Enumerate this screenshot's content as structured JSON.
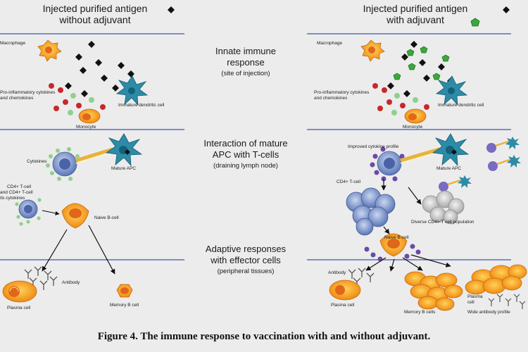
{
  "header": {
    "left_title": "Injected purified antigen without adjuvant",
    "left_line1": "Injected purified antigen",
    "left_line2": "without adjuvant",
    "right_line1": "Injected purified antigen",
    "right_line2": "with adjuvant"
  },
  "stages": {
    "innate": {
      "line1": "Innate immune",
      "line2": "response",
      "sub": "(site of injection)"
    },
    "interaction": {
      "line1": "Interaction of mature",
      "line2": "APC with T-cells",
      "sub": "(draining lymph node)"
    },
    "adaptive": {
      "line1": "Adaptive responses",
      "line2": "with effector cells",
      "sub": "(peripheral tissues)"
    }
  },
  "left_labels": {
    "macrophage": "Macrophage",
    "cytokines": "Pro-inflammatory cytokines and chemokines",
    "cytokines_l1": "Pro-inflammatory cytokines",
    "cytokines_l2": "and chemokines",
    "immature_dc": "Immature dendritic cell",
    "monocyte": "Monocyte",
    "cytokines2": "Cytokines",
    "mature_apc": "Mature APC",
    "cd4": "CD4+ T-cell",
    "cd4b_l1": "and CD4+ T-cell",
    "cd4b_l2": "its cytokines",
    "naive_b": "Naive B-cell",
    "antibody": "Antibody",
    "plasma": "Plasma cell",
    "memory": "Memory B cell"
  },
  "right_labels": {
    "macrophage": "Macrophage",
    "cytokines_l1": "Pro-inflammatory cytokines",
    "cytokines_l2": "and chemokines",
    "immature_dc": "Immature dendritic cell",
    "monocyte": "Monocyte",
    "improved": "Improved cytokine profile",
    "mature_apc": "Mature APC",
    "cd4": "CD4+ T-cell",
    "diverse": "Diverse CD4+ T cell population",
    "naive_b": "Naive B-cell",
    "antibody": "Antibody",
    "plasma": "Plasma cell",
    "memory": "Memory B cells",
    "plasma2_l1": "Plasma",
    "plasma2_l2": "cell",
    "wide": "Wide antibody profile"
  },
  "caption": "Figure 4. The immune response to vaccination with and without adjuvant.",
  "colors": {
    "divider": "#5c6fb3",
    "antigen": "#111111",
    "adjuvant": "#3aa83a",
    "cell_orange": "#f6a21e",
    "cell_core": "#e0661a",
    "dc_teal": "#2c8ca8",
    "tcell_blue": "#7f95c9",
    "cytokine_red": "#c8282c",
    "cytokine_green": "#8fd08f",
    "purple": "#6a4aa8"
  }
}
